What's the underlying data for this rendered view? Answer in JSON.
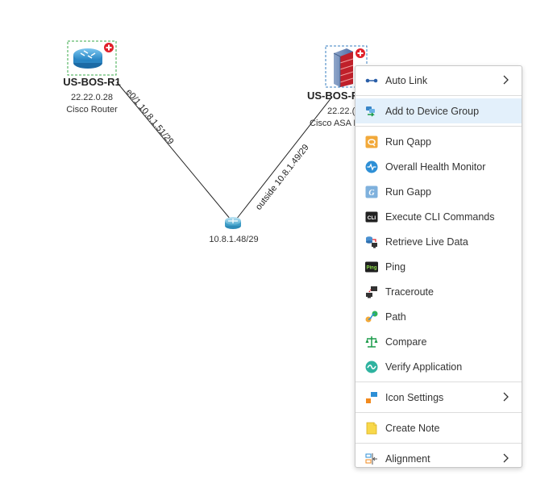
{
  "topology": {
    "devices": [
      {
        "name": "US-BOS-R1",
        "ip": "22.22.0.28",
        "type": "Cisco Router"
      },
      {
        "name": "US-BOS-F",
        "ip": "22.22.(",
        "type": "Cisco ASA F"
      }
    ],
    "hub": {
      "label": "10.8.1.48/29"
    },
    "links": [
      {
        "label": "e0/1 10.8.1.51/29"
      },
      {
        "label": "outside 10.8.1.49/29"
      }
    ]
  },
  "context_menu": {
    "items": [
      {
        "label": "Auto Link",
        "icon": "auto-link-icon",
        "submenu": true
      },
      {
        "label": "Add to Device Group",
        "icon": "device-group-icon",
        "highlighted": true
      },
      {
        "label": "Run Qapp",
        "icon": "qapp-icon"
      },
      {
        "label": "Overall Health Monitor",
        "icon": "health-monitor-icon"
      },
      {
        "label": "Run Gapp",
        "icon": "gapp-icon"
      },
      {
        "label": "Execute CLI Commands",
        "icon": "cli-icon"
      },
      {
        "label": "Retrieve Live Data",
        "icon": "live-data-icon"
      },
      {
        "label": "Ping",
        "icon": "ping-icon",
        "icon_text": "Ping"
      },
      {
        "label": "Traceroute",
        "icon": "traceroute-icon"
      },
      {
        "label": "Path",
        "icon": "path-icon"
      },
      {
        "label": "Compare",
        "icon": "compare-icon"
      },
      {
        "label": "Verify Application",
        "icon": "verify-application-icon"
      },
      {
        "label": "Icon Settings",
        "icon": "icon-settings-icon",
        "submenu": true
      },
      {
        "label": "Create Note",
        "icon": "note-icon"
      },
      {
        "label": "Alignment",
        "icon": "alignment-icon",
        "submenu": true
      }
    ]
  },
  "colors": {
    "menu_highlight": "#e3f0fb",
    "link_line": "#222222",
    "selection_border": "#3aa84a",
    "badge_red": "#e0202a"
  }
}
